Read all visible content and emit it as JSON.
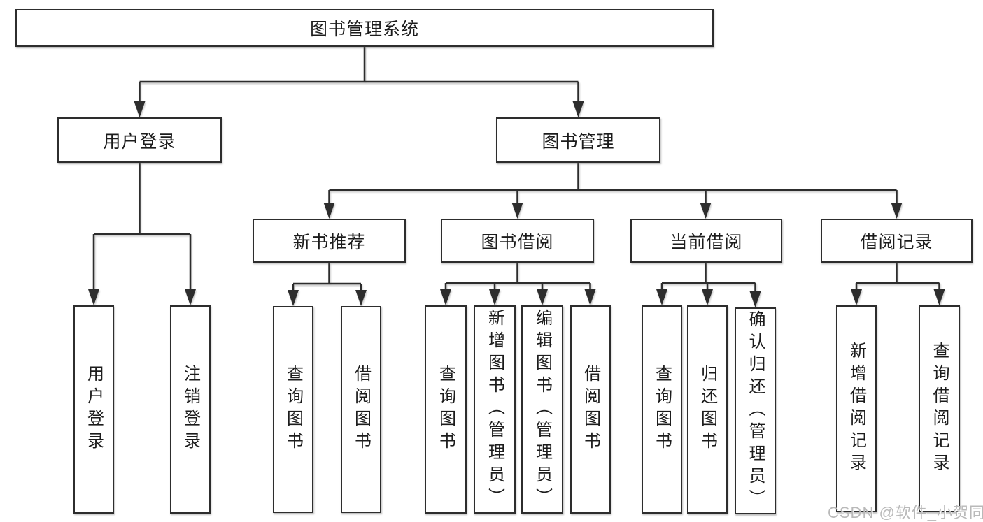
{
  "tree": {
    "root": {
      "label": "图书管理系统"
    },
    "branches": [
      {
        "label": "用户登录",
        "children": [
          {
            "label": "用户登录"
          },
          {
            "label": "注销登录"
          }
        ]
      },
      {
        "label": "图书管理",
        "sections": [
          {
            "label": "新书推荐",
            "children": [
              {
                "label": "查询图书"
              },
              {
                "label": "借阅图书"
              }
            ]
          },
          {
            "label": "图书借阅",
            "children": [
              {
                "label": "查询图书"
              },
              {
                "label": "新增图书（管理员）"
              },
              {
                "label": "编辑图书（管理员）"
              },
              {
                "label": "借阅图书"
              }
            ]
          },
          {
            "label": "当前借阅",
            "children": [
              {
                "label": "查询图书"
              },
              {
                "label": "归还图书"
              },
              {
                "label": "确认归还（管理员）"
              }
            ]
          },
          {
            "label": "借阅记录",
            "children": [
              {
                "label": "新增借阅记录"
              },
              {
                "label": "查询借阅记录"
              }
            ]
          }
        ]
      }
    ]
  },
  "watermark": {
    "text": "CSDN @软件_小贺同学"
  },
  "colors": {
    "line": "#2d2d2d",
    "text": "#1c1c1c",
    "box_background": "#ffffff",
    "watermark": "#b9b9b9"
  }
}
